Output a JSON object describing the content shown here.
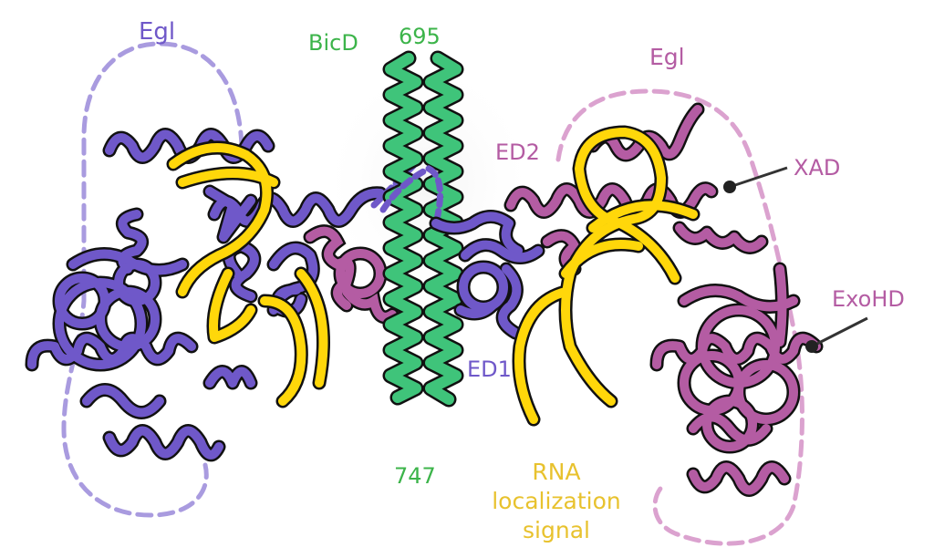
{
  "colors": {
    "egl_left": "#6F58C9",
    "egl_left_dash": "#A99BDF",
    "egl_right": "#B45CA3",
    "egl_right_dash": "#DBA2CF",
    "bicd": "#3FC47A",
    "bicd_label": "#3CB44A",
    "rna": "#FFD70A",
    "rna_label": "#E8C22E",
    "outline": "#111111",
    "background": "#FFFFFF"
  },
  "labels": {
    "egl_left": "Egl",
    "bicd": "BicD",
    "bicd_start": "695",
    "bicd_end": "747",
    "egl_right": "Egl",
    "ed2": "ED2",
    "xad": "XAD",
    "exohd": "ExoHD",
    "ed1": "ED1",
    "rna_line1": "RNA",
    "rna_line2": "localization",
    "rna_line3": "signal"
  },
  "structure": {
    "left_subunit": {
      "name": "Egl",
      "color_key": "egl_left",
      "domains": [
        "ExoHD",
        "XAD",
        "ED1",
        "ED2"
      ]
    },
    "right_subunit": {
      "name": "Egl",
      "color_key": "egl_right",
      "domains": [
        "ED2",
        "XAD",
        "ExoHD",
        "ED1"
      ]
    },
    "bicd": {
      "name": "BicD",
      "residues": [
        "695",
        "747"
      ],
      "helices": 2
    },
    "rna": {
      "name": "RNA localization signal",
      "copies": 2
    }
  }
}
